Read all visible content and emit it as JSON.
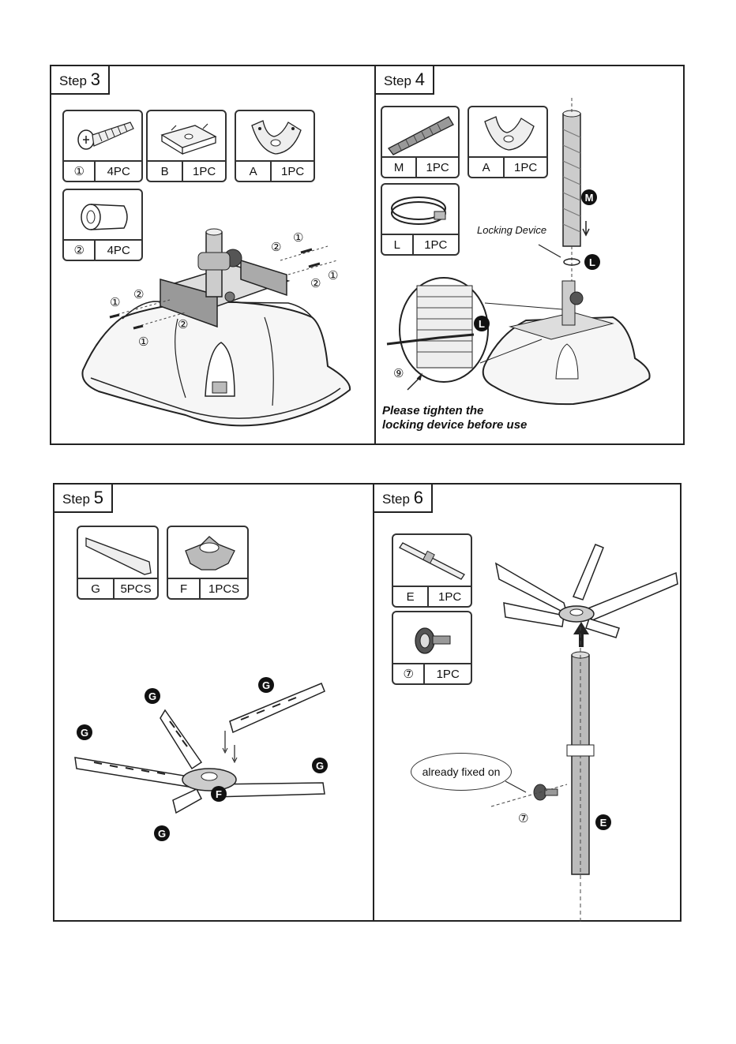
{
  "steps": [
    {
      "id": "step3",
      "label": "Step",
      "number": "3",
      "parts": [
        {
          "code": "①",
          "qty": "4PC",
          "icon": "screw-icon"
        },
        {
          "code": "B",
          "qty": "1PC",
          "icon": "plate-icon"
        },
        {
          "code": "A",
          "qty": "1PC",
          "icon": "bracket-icon"
        },
        {
          "code": "②",
          "qty": "4PC",
          "icon": "sleeve-icon"
        }
      ],
      "markers": [
        "①",
        "②",
        "①",
        "②",
        "②",
        "①",
        "②",
        "①"
      ]
    },
    {
      "id": "step4",
      "label": "Step",
      "number": "4",
      "parts": [
        {
          "code": "M",
          "qty": "1PC",
          "icon": "hose-icon"
        },
        {
          "code": "A",
          "qty": "1PC",
          "icon": "bracket-icon"
        },
        {
          "code": "L",
          "qty": "1PC",
          "icon": "clamp-icon"
        }
      ],
      "locking_label": "Locking Device",
      "badges": [
        "M",
        "L",
        "L"
      ],
      "marker": "⑨",
      "note_line1": "Please tighten the",
      "note_line2": "locking device before use"
    },
    {
      "id": "step5",
      "label": "Step",
      "number": "5",
      "parts": [
        {
          "code": "G",
          "qty": "5PCS",
          "icon": "leg-icon"
        },
        {
          "code": "F",
          "qty": "1PCS",
          "icon": "hub-icon"
        }
      ],
      "badges": [
        "G",
        "G",
        "G",
        "G",
        "G",
        "F"
      ]
    },
    {
      "id": "step6",
      "label": "Step",
      "number": "6",
      "parts": [
        {
          "code": "E",
          "qty": "1PC",
          "icon": "pole-icon"
        },
        {
          "code": "⑦",
          "qty": "1PC",
          "icon": "knob-screw-icon"
        }
      ],
      "bubble_text": "already fixed on",
      "marker": "⑦",
      "badge": "E"
    }
  ]
}
